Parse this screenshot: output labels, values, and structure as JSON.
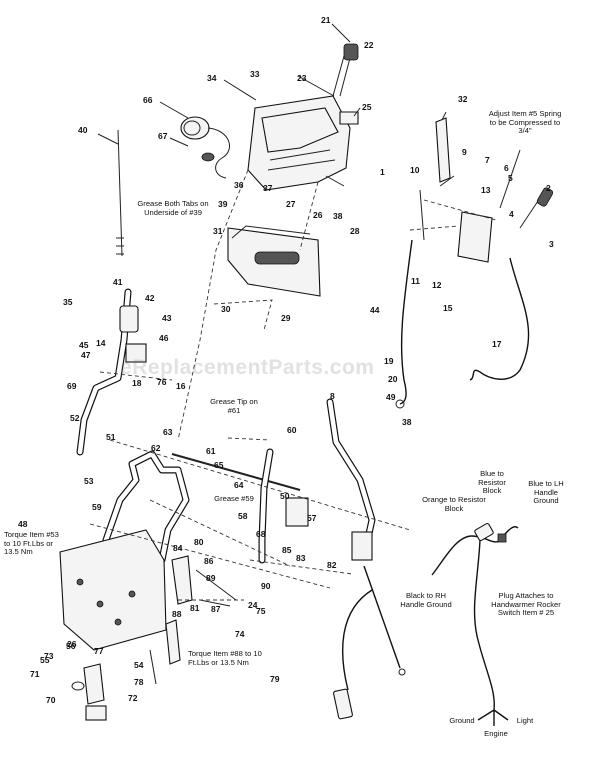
{
  "watermark": "eReplacementParts.com",
  "notes": {
    "adjust_spring": "Adjust Item #5 Spring to be Compressed to 3/4\"",
    "grease_tabs": "Grease Both Tabs on Underside of #39",
    "grease_tip": "Grease Tip on #61",
    "grease_59": "Grease #59",
    "torque_53": "Torque Item #53 to 10 Ft.Lbs or 13.5 Nm",
    "torque_88": "Torque Item #88 to 10 Ft.Lbs or 13.5 Nm",
    "blue_resistor": "Blue to Resistor Block",
    "blue_lh": "Blue to LH Handle Ground",
    "orange_resistor": "Orange to Resistor Block",
    "black_rh": "Black to RH Handle Ground",
    "plug_attaches": "Plug Attaches to Handwarmer Rocker Switch Item # 25",
    "ground": "Ground",
    "light": "Light",
    "engine": "Engine"
  },
  "callouts": [
    "21",
    "22",
    "34",
    "33",
    "23",
    "25",
    "66",
    "67",
    "40",
    "32",
    "9",
    "7",
    "6",
    "1",
    "10",
    "13",
    "5",
    "2",
    "36",
    "37",
    "27",
    "26",
    "38",
    "39",
    "31",
    "28",
    "4",
    "3",
    "11",
    "12",
    "15",
    "8",
    "41",
    "42",
    "43",
    "35",
    "30",
    "29",
    "14",
    "44",
    "46",
    "45",
    "47",
    "69",
    "18",
    "76",
    "16",
    "17",
    "19",
    "20",
    "49",
    "38",
    "52",
    "51",
    "63",
    "62",
    "61",
    "65",
    "64",
    "60",
    "50",
    "57",
    "53",
    "59",
    "48",
    "58",
    "68",
    "83",
    "85",
    "82",
    "84",
    "80",
    "86",
    "89",
    "90",
    "88",
    "81",
    "87",
    "75",
    "74",
    "73",
    "26",
    "77",
    "71",
    "70",
    "78",
    "72",
    "79",
    "24",
    "54",
    "55",
    "56"
  ]
}
